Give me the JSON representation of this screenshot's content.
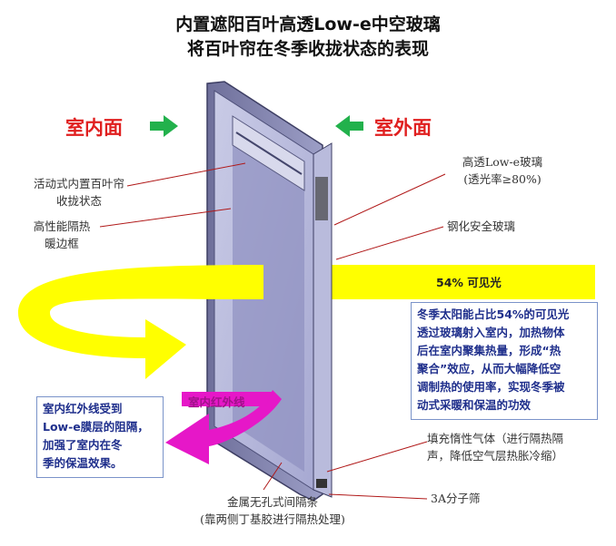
{
  "title": {
    "line1": "内置遮阳百叶高透Low-e中空玻璃",
    "line2": "将百叶帘在冬季收拢状态的表现"
  },
  "sides": {
    "indoor": "室内面",
    "outdoor": "室外面"
  },
  "labels": {
    "blind_1": "活动式内置百叶帘",
    "blind_2": "收拢状态",
    "frame_1": "高性能隔热",
    "frame_2": "暖边框",
    "lowe_1": "高透Low-e玻璃",
    "lowe_2": "(透光率≥80%)",
    "tempered": "钢化安全玻璃",
    "gas_1": "填充惰性气体（进行隔热隔",
    "gas_2": "声，降低空气层热胀冷缩）",
    "sieve": "3A分子筛",
    "spacer_1": "金属无孔式间隔条",
    "spacer_2": "(靠两侧丁基胶进行隔热处理)"
  },
  "visible_light": "54%  可见光",
  "infrared": "室内红外线",
  "box_right": [
    "冬季太阳能占比54%的可见光",
    "透过玻璃射入室内，加热物体",
    "后在室内聚集热量，形成“热",
    "聚合”效应，从而大幅降低空",
    "调制热的使用率，实现冬季被",
    "动式采暖和保温的功效"
  ],
  "box_left": [
    "室内红外线受到",
    "Low-e膜层的阻隔，",
    "加强了室内在冬",
    "季的保温效果。"
  ],
  "colors": {
    "visible_light": "#ffff00",
    "infrared": "#e617c8",
    "arrow_green": "#22b14c",
    "side_red": "#e02020",
    "box_text": "#1f2f8c"
  }
}
